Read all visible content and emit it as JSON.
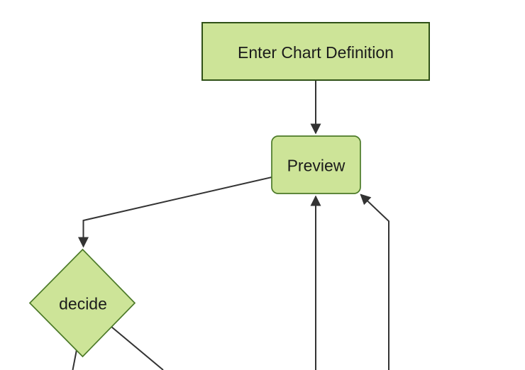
{
  "diagram": {
    "kind": "flowchart",
    "nodes": [
      {
        "id": "definition",
        "label": "Enter Chart Definition",
        "shape": "rectangle"
      },
      {
        "id": "preview",
        "label": "Preview",
        "shape": "rounded-rectangle"
      },
      {
        "id": "decide",
        "label": "decide",
        "shape": "diamond"
      }
    ],
    "edges": [
      {
        "from": "definition",
        "to": "preview",
        "arrow": true
      },
      {
        "from": "preview",
        "to": "decide",
        "arrow": true
      },
      {
        "from": "offscreen-bottom-center",
        "to": "preview",
        "arrow": true
      },
      {
        "from": "offscreen-bottom-right",
        "to": "preview",
        "arrow": true
      },
      {
        "from": "decide",
        "to": "offscreen-bottom-left",
        "arrow": false
      },
      {
        "from": "decide",
        "to": "offscreen-bottom-right",
        "arrow": false
      }
    ],
    "colors": {
      "node_fill": "#cde498",
      "rect_border": "#2f5117",
      "node_border": "#4c7a28",
      "edge": "#333333",
      "text": "#1b1b1b",
      "background": "#ffffff"
    }
  }
}
